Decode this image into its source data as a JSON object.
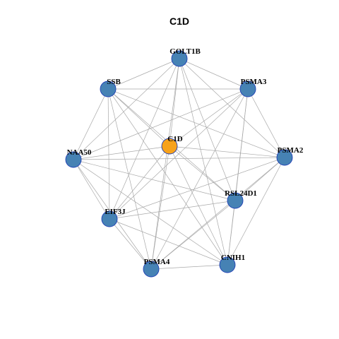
{
  "title": "C1D",
  "colors": {
    "hub_node": "#f7a21b",
    "partner_node": "#4682b4",
    "node_border": "#1f3fb5",
    "edge": "#a9a9a9"
  },
  "network": {
    "hub": "C1D",
    "nodes": [
      "C1D",
      "GOLT1B",
      "PSMA3",
      "PSMA2",
      "RSL24D1",
      "CNIH1",
      "PSMA4",
      "EIF3J",
      "NAA50",
      "SSB"
    ],
    "edges": [
      [
        "GOLT1B",
        "PSMA3"
      ],
      [
        "GOLT1B",
        "PSMA2"
      ],
      [
        "GOLT1B",
        "RSL24D1"
      ],
      [
        "GOLT1B",
        "CNIH1"
      ],
      [
        "GOLT1B",
        "PSMA4"
      ],
      [
        "GOLT1B",
        "EIF3J"
      ],
      [
        "GOLT1B",
        "NAA50"
      ],
      [
        "GOLT1B",
        "SSB"
      ],
      [
        "GOLT1B",
        "C1D"
      ],
      [
        "PSMA3",
        "PSMA2"
      ],
      [
        "PSMA3",
        "RSL24D1"
      ],
      [
        "PSMA3",
        "CNIH1"
      ],
      [
        "PSMA3",
        "PSMA4"
      ],
      [
        "PSMA3",
        "EIF3J"
      ],
      [
        "PSMA3",
        "NAA50"
      ],
      [
        "PSMA3",
        "SSB"
      ],
      [
        "PSMA3",
        "C1D"
      ],
      [
        "PSMA2",
        "RSL24D1"
      ],
      [
        "PSMA2",
        "CNIH1"
      ],
      [
        "PSMA2",
        "PSMA4"
      ],
      [
        "PSMA2",
        "EIF3J"
      ],
      [
        "PSMA2",
        "NAA50"
      ],
      [
        "PSMA2",
        "SSB"
      ],
      [
        "PSMA2",
        "C1D"
      ],
      [
        "RSL24D1",
        "CNIH1"
      ],
      [
        "RSL24D1",
        "PSMA4"
      ],
      [
        "RSL24D1",
        "EIF3J"
      ],
      [
        "RSL24D1",
        "NAA50"
      ],
      [
        "RSL24D1",
        "SSB"
      ],
      [
        "RSL24D1",
        "C1D"
      ],
      [
        "CNIH1",
        "PSMA4"
      ],
      [
        "CNIH1",
        "EIF3J"
      ],
      [
        "CNIH1",
        "NAA50"
      ],
      [
        "CNIH1",
        "SSB"
      ],
      [
        "CNIH1",
        "C1D"
      ],
      [
        "PSMA4",
        "EIF3J"
      ],
      [
        "PSMA4",
        "NAA50"
      ],
      [
        "PSMA4",
        "SSB"
      ],
      [
        "PSMA4",
        "C1D"
      ],
      [
        "EIF3J",
        "NAA50"
      ],
      [
        "EIF3J",
        "SSB"
      ],
      [
        "EIF3J",
        "C1D"
      ],
      [
        "NAA50",
        "SSB"
      ],
      [
        "NAA50",
        "C1D"
      ],
      [
        "SSB",
        "C1D"
      ]
    ]
  }
}
